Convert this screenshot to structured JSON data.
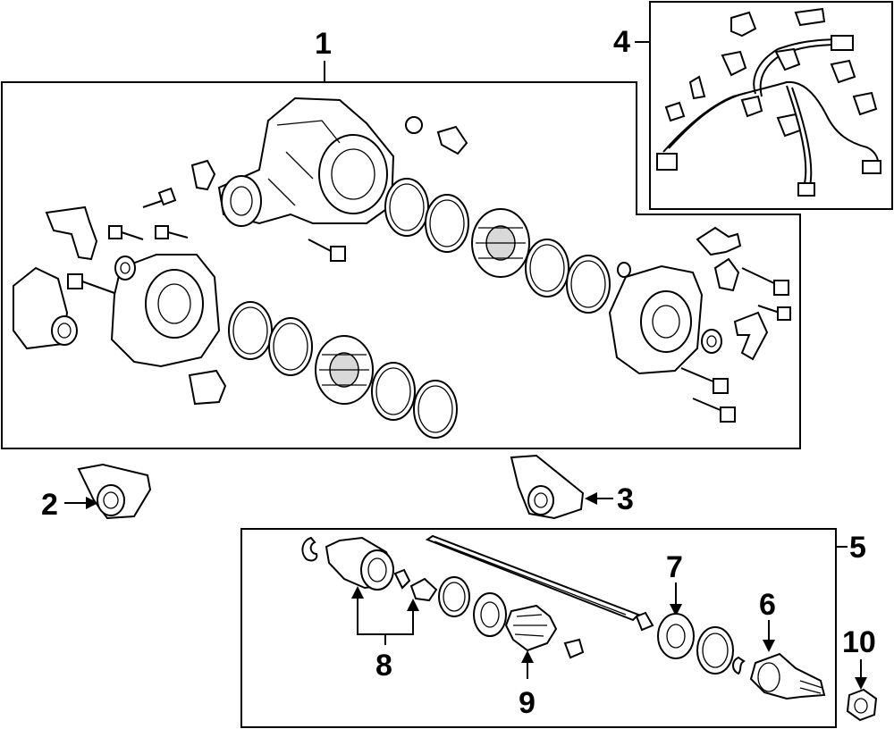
{
  "callouts": {
    "c1": "1",
    "c2": "2",
    "c3": "3",
    "c4": "4",
    "c5": "5",
    "c6": "6",
    "c7": "7",
    "c8": "8",
    "c9": "9",
    "c10": "10"
  },
  "colors": {
    "line": "#000000",
    "background": "#ffffff",
    "shade": "#d9d9d9"
  }
}
